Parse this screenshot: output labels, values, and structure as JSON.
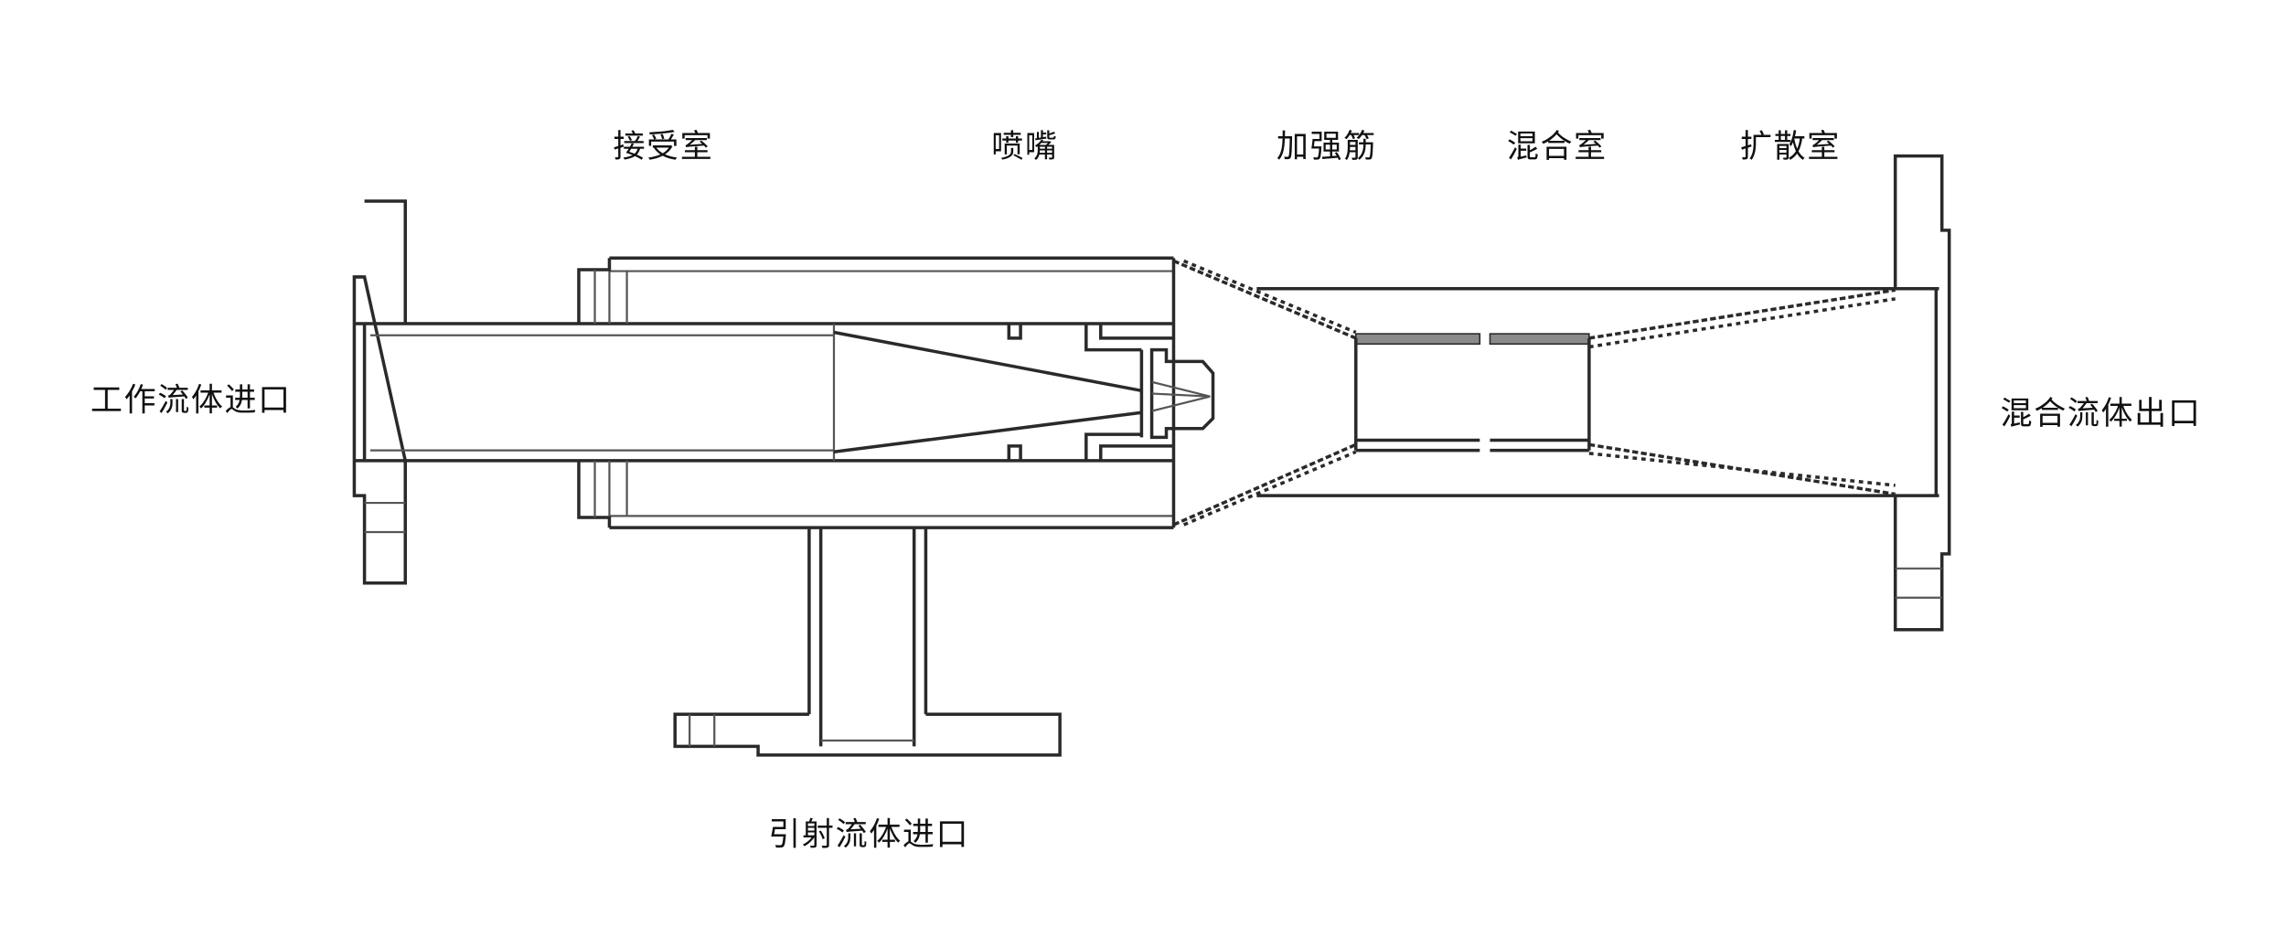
{
  "labels": {
    "receiving_chamber": "接受室",
    "nozzle": "喷嘴",
    "stiffener": "加强筋",
    "mixing_chamber": "混合室",
    "diffuser": "扩散室",
    "working_fluid_inlet": "工作流体进口",
    "mixed_fluid_outlet": "混合流体出口",
    "ejected_fluid_inlet": "引射流体进口"
  },
  "colors": {
    "line": "#2a2a2a",
    "background": "#ffffff"
  }
}
